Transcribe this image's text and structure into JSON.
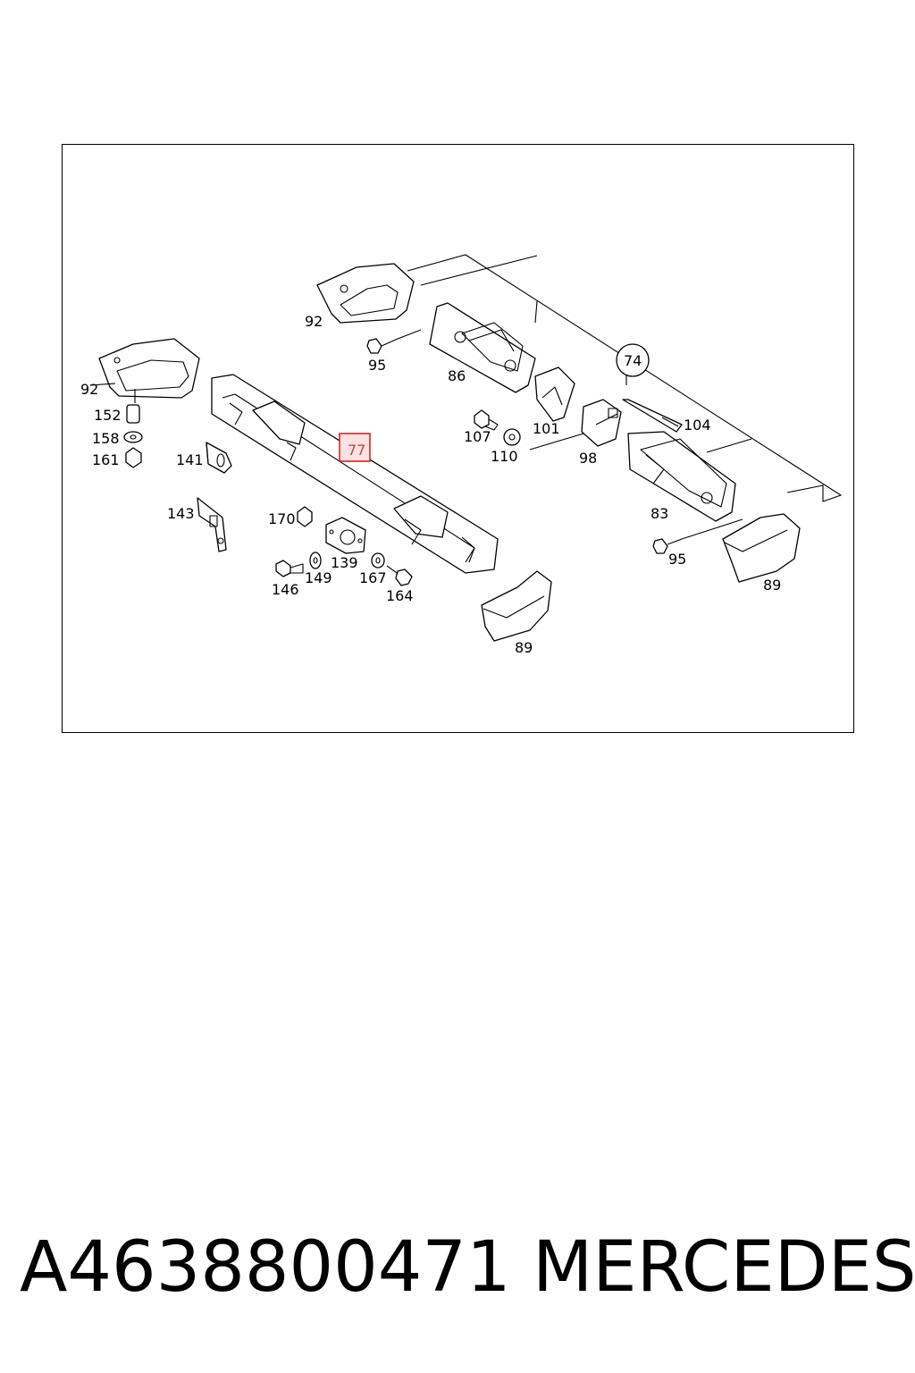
{
  "diagram": {
    "callouts": [
      {
        "id": "c92a",
        "label": "92"
      },
      {
        "id": "c95a",
        "label": "95"
      },
      {
        "id": "c86",
        "label": "86"
      },
      {
        "id": "c74",
        "label": "74"
      },
      {
        "id": "c92b",
        "label": "92"
      },
      {
        "id": "c152",
        "label": "152"
      },
      {
        "id": "c158",
        "label": "158"
      },
      {
        "id": "c161",
        "label": "161"
      },
      {
        "id": "c141",
        "label": "141"
      },
      {
        "id": "c77",
        "label": "77",
        "highlighted": true
      },
      {
        "id": "c107",
        "label": "107"
      },
      {
        "id": "c110",
        "label": "110"
      },
      {
        "id": "c101",
        "label": "101"
      },
      {
        "id": "c98",
        "label": "98"
      },
      {
        "id": "c104",
        "label": "104"
      },
      {
        "id": "c143",
        "label": "143"
      },
      {
        "id": "c170",
        "label": "170"
      },
      {
        "id": "c139",
        "label": "139"
      },
      {
        "id": "c146",
        "label": "146"
      },
      {
        "id": "c149",
        "label": "149"
      },
      {
        "id": "c167",
        "label": "167"
      },
      {
        "id": "c164",
        "label": "164"
      },
      {
        "id": "c83",
        "label": "83"
      },
      {
        "id": "c95b",
        "label": "95"
      },
      {
        "id": "c89a",
        "label": "89"
      },
      {
        "id": "c89b",
        "label": "89"
      }
    ],
    "highlight_color": "#d22222"
  },
  "footer": {
    "part_number": "A4638800471",
    "brand": "MERCEDES"
  }
}
